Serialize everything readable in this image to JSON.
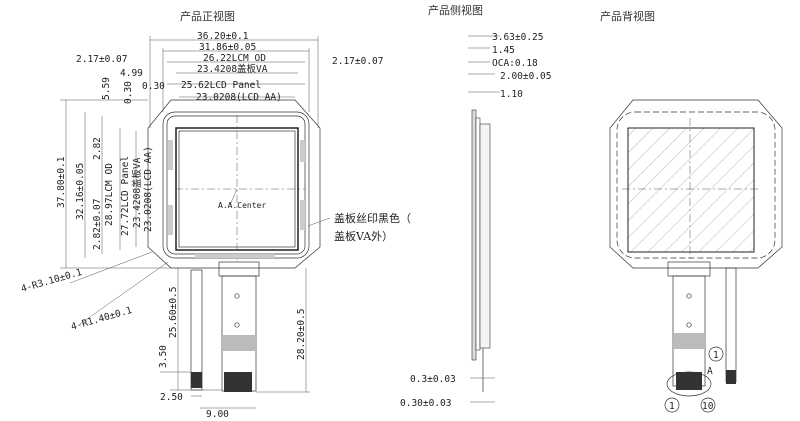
{
  "titles": {
    "front": "产品正视图",
    "side": "产品侧视图",
    "back": "产品背视图"
  },
  "front_dims": {
    "d1": "36.20±0.1",
    "d2": "31.86±0.05",
    "d3": "26.22LCM OD",
    "d4": "23.4208盖板VA",
    "d5": "25.62LCD Panel",
    "d6": "23.0208(LCD AA)",
    "left_217": "2.17±0.07",
    "right_217": "2.17±0.07",
    "d499": "4.99",
    "d036": "0.30",
    "d030": "0.30",
    "d559": "5.59",
    "v3780": "37.80±0.1",
    "v3216": "32.16±0.05",
    "v282a": "2.82±0.07",
    "v282b": "2.82",
    "v2897": "28.97LCM OD",
    "v2772": "27.72LCD Panel",
    "v234208": "23.4208盖板VA",
    "v230208": "23.0208(LCD AA)",
    "r310": "4-R3.10±0.1",
    "r140": "4-R1.40±0.1",
    "v2560": "25.60±0.5",
    "v350": "3.50",
    "v2820": "28.20±0.5",
    "h250": "2.50",
    "h900": "9.00",
    "aa_center": "A.A.Center",
    "note_line1": "盖板丝印黑色（",
    "note_line2": "盖板VA外）"
  },
  "side_dims": {
    "s1": "3.63±0.25",
    "s2": "1.45",
    "s3": "OCA:0.18",
    "s4": "2.00±0.05",
    "s5": "1.10",
    "s6": "0.3±0.03",
    "s7": "0.30±0.03"
  },
  "back_labels": {
    "pin1": "1",
    "pin_a": "A",
    "pin1_bottom": "1",
    "pin10": "10"
  }
}
